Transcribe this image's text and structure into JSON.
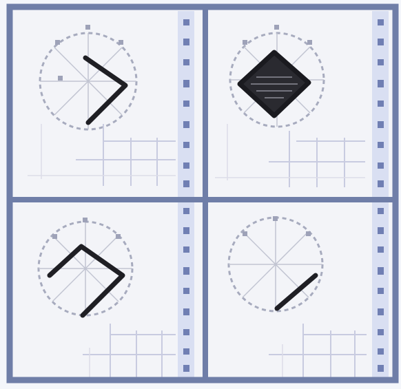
{
  "panels": [
    {
      "id": "top-left",
      "figure": "open-chevron",
      "filled": false
    },
    {
      "id": "top-right",
      "figure": "filled-diamond",
      "filled": true
    },
    {
      "id": "bottom-left",
      "figure": "hook-chevron",
      "filled": false
    },
    {
      "id": "bottom-right",
      "figure": "diagonal-line",
      "filled": false
    }
  ],
  "colors": {
    "frame": "#6f7ea8",
    "panel_background": "#f3f4f8",
    "sidebar": "#d9dff2",
    "stroke": "#1f1f24",
    "guide": "#a7abbe"
  }
}
